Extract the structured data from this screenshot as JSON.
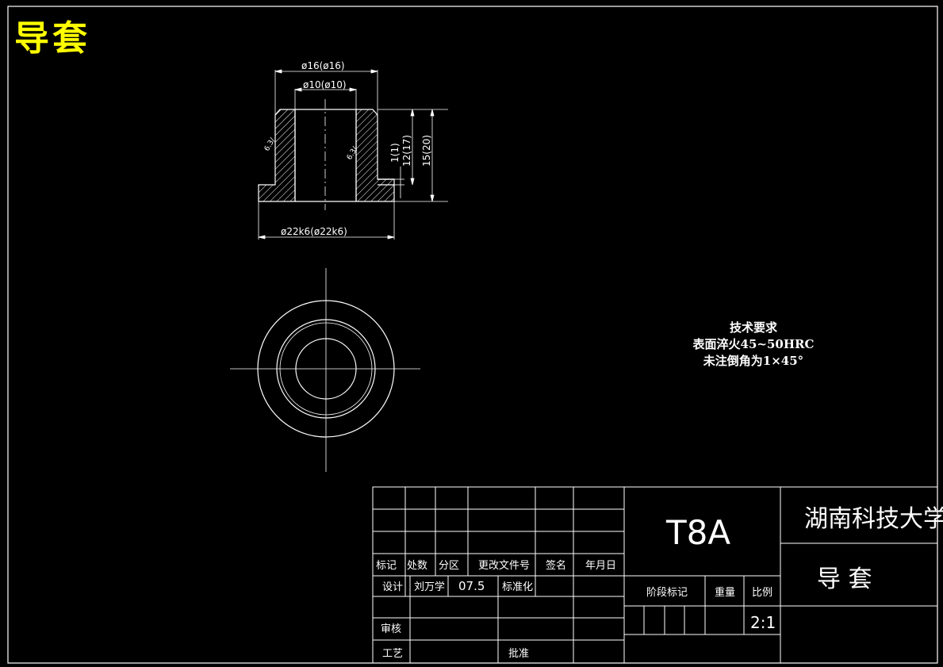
{
  "header": {
    "part_title": "导套"
  },
  "dimensions": {
    "d16": "ø16(ø16)",
    "d10": "ø10(ø10)",
    "d22": "ø22k6(ø22k6)",
    "h1": "1(1)",
    "h12": "12(17)",
    "h15": "15(20)",
    "roughness_a": "6.3/",
    "roughness_b": "6.3/"
  },
  "tech_requirements": {
    "heading": "技术要求",
    "line1": "表面淬火45~50HRC",
    "line2": "未注倒角为1×45°"
  },
  "title_block": {
    "material": "T8A",
    "university": "湖南科技大学",
    "drawing_name": "导 套",
    "col_labels": [
      "标记",
      "处数",
      "分区",
      "更改文件号",
      "签名",
      "年月日"
    ],
    "design_label": "设计",
    "designer": "刘万学",
    "date": "07.5",
    "standardize": "标准化",
    "review": "审核",
    "process": "工艺",
    "approve": "批准",
    "stage_mark": "阶段标记",
    "weight": "重量",
    "scale_label": "比例",
    "scale_value": "2:1"
  },
  "colors": {
    "background": "#000000",
    "lines": "#ffffff",
    "title": "#ffff00"
  }
}
